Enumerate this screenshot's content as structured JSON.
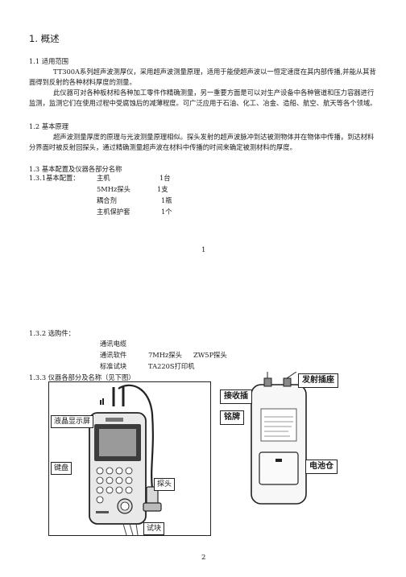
{
  "section1": {
    "title": "1. 概述",
    "s11_title": "1.1  适用范围",
    "s11_p1": "TT300A系列超声波测厚仪，采用超声波测量原理，适用于能使超声波以一恒定速度在其内部传播,并能从其背面得到反射的各种材料厚度的测量。",
    "s11_p2": "此仪器可对各种板材和各种加工零件作精确测量，另一重要方面是可以对生产设备中各种管道和压力容器进行监测，监测它们在使用过程中受腐蚀后的减薄程度。可广泛应用于石油、化工、冶金、造船、航空、航天等各个领域。",
    "s12_title": "1.2    基本原理",
    "s12_p1": "超声波测量厚度的原理与光波测量原理相似。探头发射的超声波脉冲到达被测物体并在物体中传播，到达材料分界面时被反射回探头，通过精确测量超声波在材料中传播的时间来确定被测材料的厚度。",
    "s13_title": "1.3    基本配置及仪器各部分名称",
    "s131_label": "1.3.1基本配置：",
    "config_items": [
      {
        "name": "主机",
        "qty": "1台"
      },
      {
        "name": "5MHz探头",
        "qty": "1支"
      },
      {
        "name": "耦合剂",
        "qty": "1瓶"
      },
      {
        "name": "主机保护套",
        "qty": "1个"
      }
    ],
    "page_number": "1"
  },
  "section2": {
    "s132_label": "1.3.2    选购件：",
    "s132_items": [
      "通讯电缆",
      "通讯软件",
      "7MHz探头",
      "ZW5P探头",
      "标准试块",
      "TA220S打印机"
    ],
    "s133_label": "1.3.3    仪器各部分及名称（见下图）",
    "front_labels": {
      "lcd": "液晶显示屏",
      "keypad": "键盘",
      "probe": "探头",
      "testblock": "试块"
    },
    "back_labels": {
      "receive": "接收插",
      "transmit": "发射插座",
      "nameplate": "铭牌",
      "battery": "电池仓"
    },
    "page_number": "2"
  }
}
